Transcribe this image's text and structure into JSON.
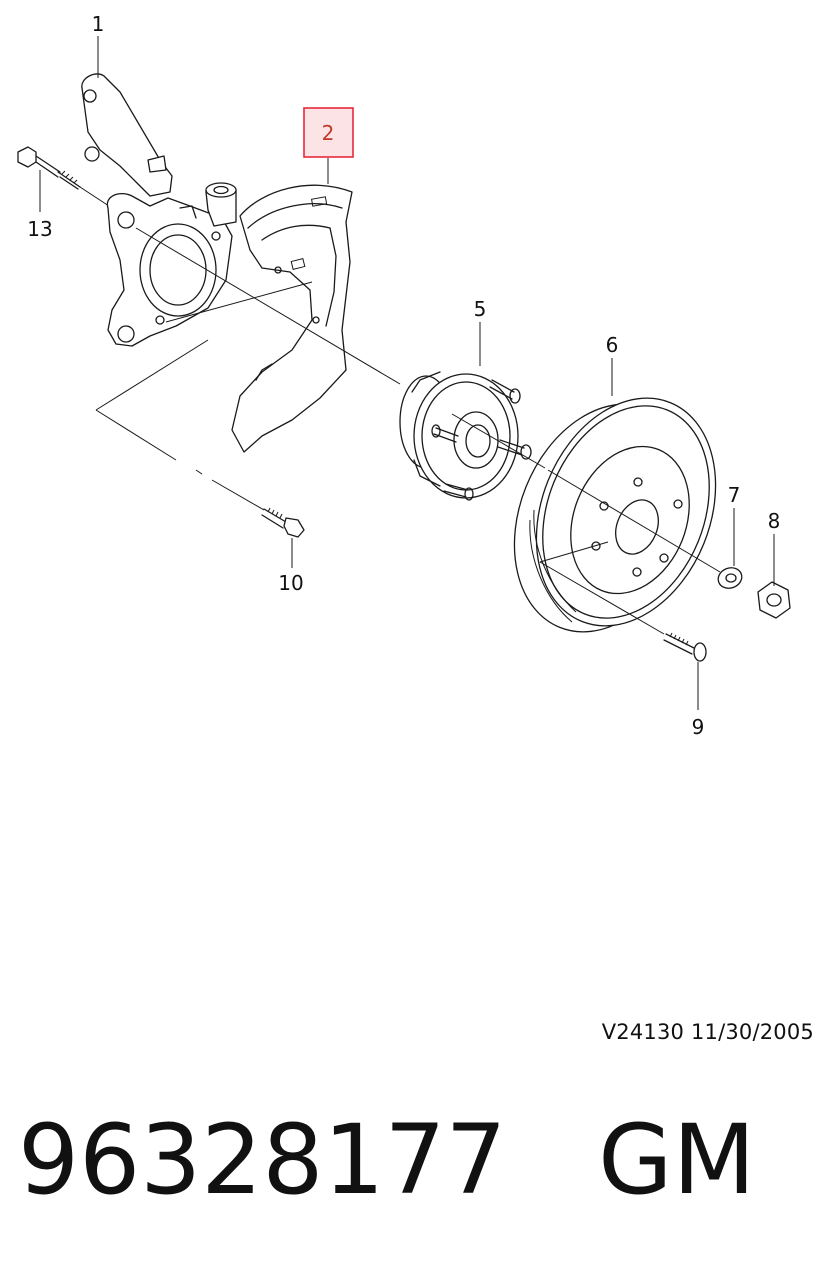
{
  "diagram": {
    "callouts": [
      {
        "id": "1",
        "label": "1"
      },
      {
        "id": "2",
        "label": "2",
        "highlighted": true
      },
      {
        "id": "5",
        "label": "5"
      },
      {
        "id": "6",
        "label": "6"
      },
      {
        "id": "7",
        "label": "7"
      },
      {
        "id": "8",
        "label": "8"
      },
      {
        "id": "9",
        "label": "9"
      },
      {
        "id": "10",
        "label": "10"
      },
      {
        "id": "13",
        "label": "13"
      }
    ],
    "highlight_color": "#e8293b",
    "highlight_fill": "#fbe3e6"
  },
  "footer": {
    "drawing_code": "V24130  11/30/2005",
    "part_number": "96328177",
    "brand": "GM"
  }
}
